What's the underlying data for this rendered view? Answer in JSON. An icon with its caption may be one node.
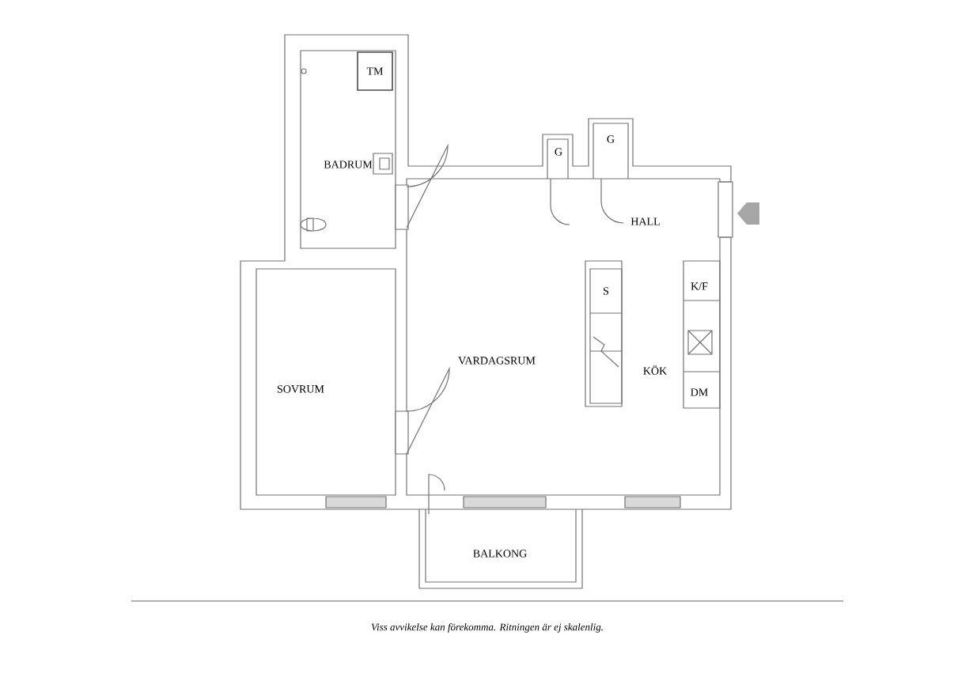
{
  "diagram": {
    "caption": "Viss avvikelse kan förekomma. Ritningen är ej skalenlig.",
    "labels": [
      "TM",
      "BADRUM",
      "G",
      "G",
      "HALL",
      "S",
      "K/F",
      "VARDAGSRUM",
      "KÖK",
      "DM",
      "SOVRUM",
      "BALKONG"
    ]
  }
}
